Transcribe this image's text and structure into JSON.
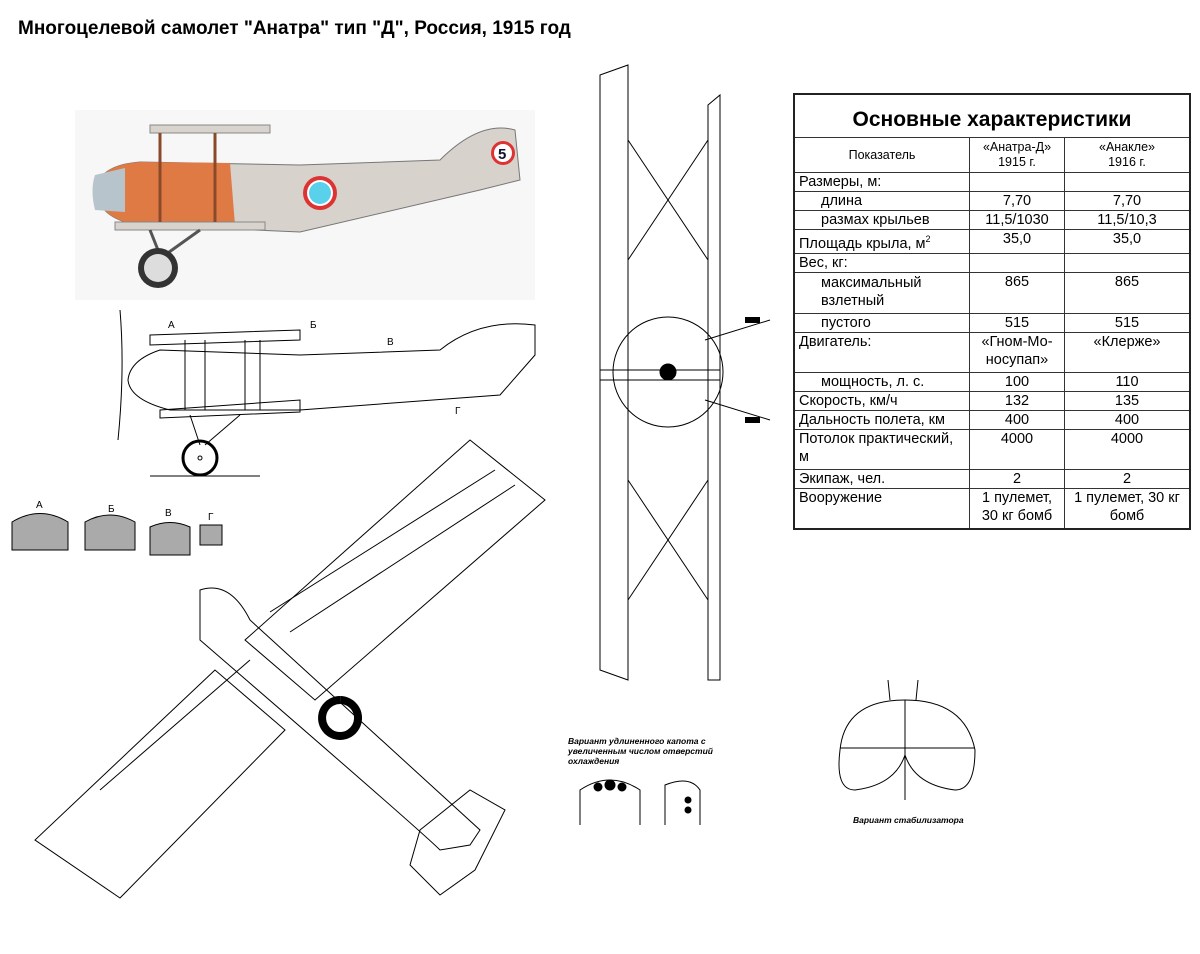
{
  "title": "Многоцелевой самолет \"Анатра\" тип \"Д\", Россия, 1915 год",
  "side_view_markings": {
    "roundel_number": "5"
  },
  "section_labels": [
    "А",
    "Б",
    "В",
    "Г"
  ],
  "table": {
    "caption": "Основные характеристики",
    "headers": [
      "Показатель",
      "«Анатра-Д»\n1915 г.",
      "«Анакле»\n1916 г."
    ],
    "header_col1_line1": "«Анатра-Д»",
    "header_col1_line2": "1915 г.",
    "header_col2_line1": "«Анакле»",
    "header_col2_line2": "1916 г.",
    "rows": [
      {
        "label": "Размеры, м:",
        "a": "",
        "b": ""
      },
      {
        "label": "длина",
        "a": "7,70",
        "b": "7,70"
      },
      {
        "label": "размах крыльев",
        "a": "11,5/1030",
        "b": "11,5/10,3"
      },
      {
        "label": "Площадь крыла, м",
        "sup": "2",
        "a": "35,0",
        "b": "35,0"
      },
      {
        "label": "Вес, кг:",
        "a": "",
        "b": ""
      },
      {
        "label": "максимальный взлетный",
        "a": "865",
        "b": "865"
      },
      {
        "label": "пустого",
        "a": "515",
        "b": "515"
      },
      {
        "label": "Двигатель:",
        "a": "«Гном-Мо-носупап»",
        "b": "«Клерже»"
      },
      {
        "label": "мощность, л. с.",
        "a": "100",
        "b": "110"
      },
      {
        "label": "Скорость, км/ч",
        "a": "132",
        "b": "135"
      },
      {
        "label": "Дальность полета, км",
        "a": "400",
        "b": "400"
      },
      {
        "label": "Потолок практический, м",
        "a": "4000",
        "b": "4000"
      },
      {
        "label": "Экипаж, чел.",
        "a": "2",
        "b": "2"
      },
      {
        "label": "Вооружение",
        "a": "1 пулемет, 30 кг бомб",
        "b": "1 пулемет, 30 кг бомб"
      }
    ]
  },
  "notes": {
    "cowl_variant": "Вариант удлиненного капота с увеличенным числом отверстий охлаждения",
    "stabilizer_variant": "Вариант стабилизатора"
  }
}
